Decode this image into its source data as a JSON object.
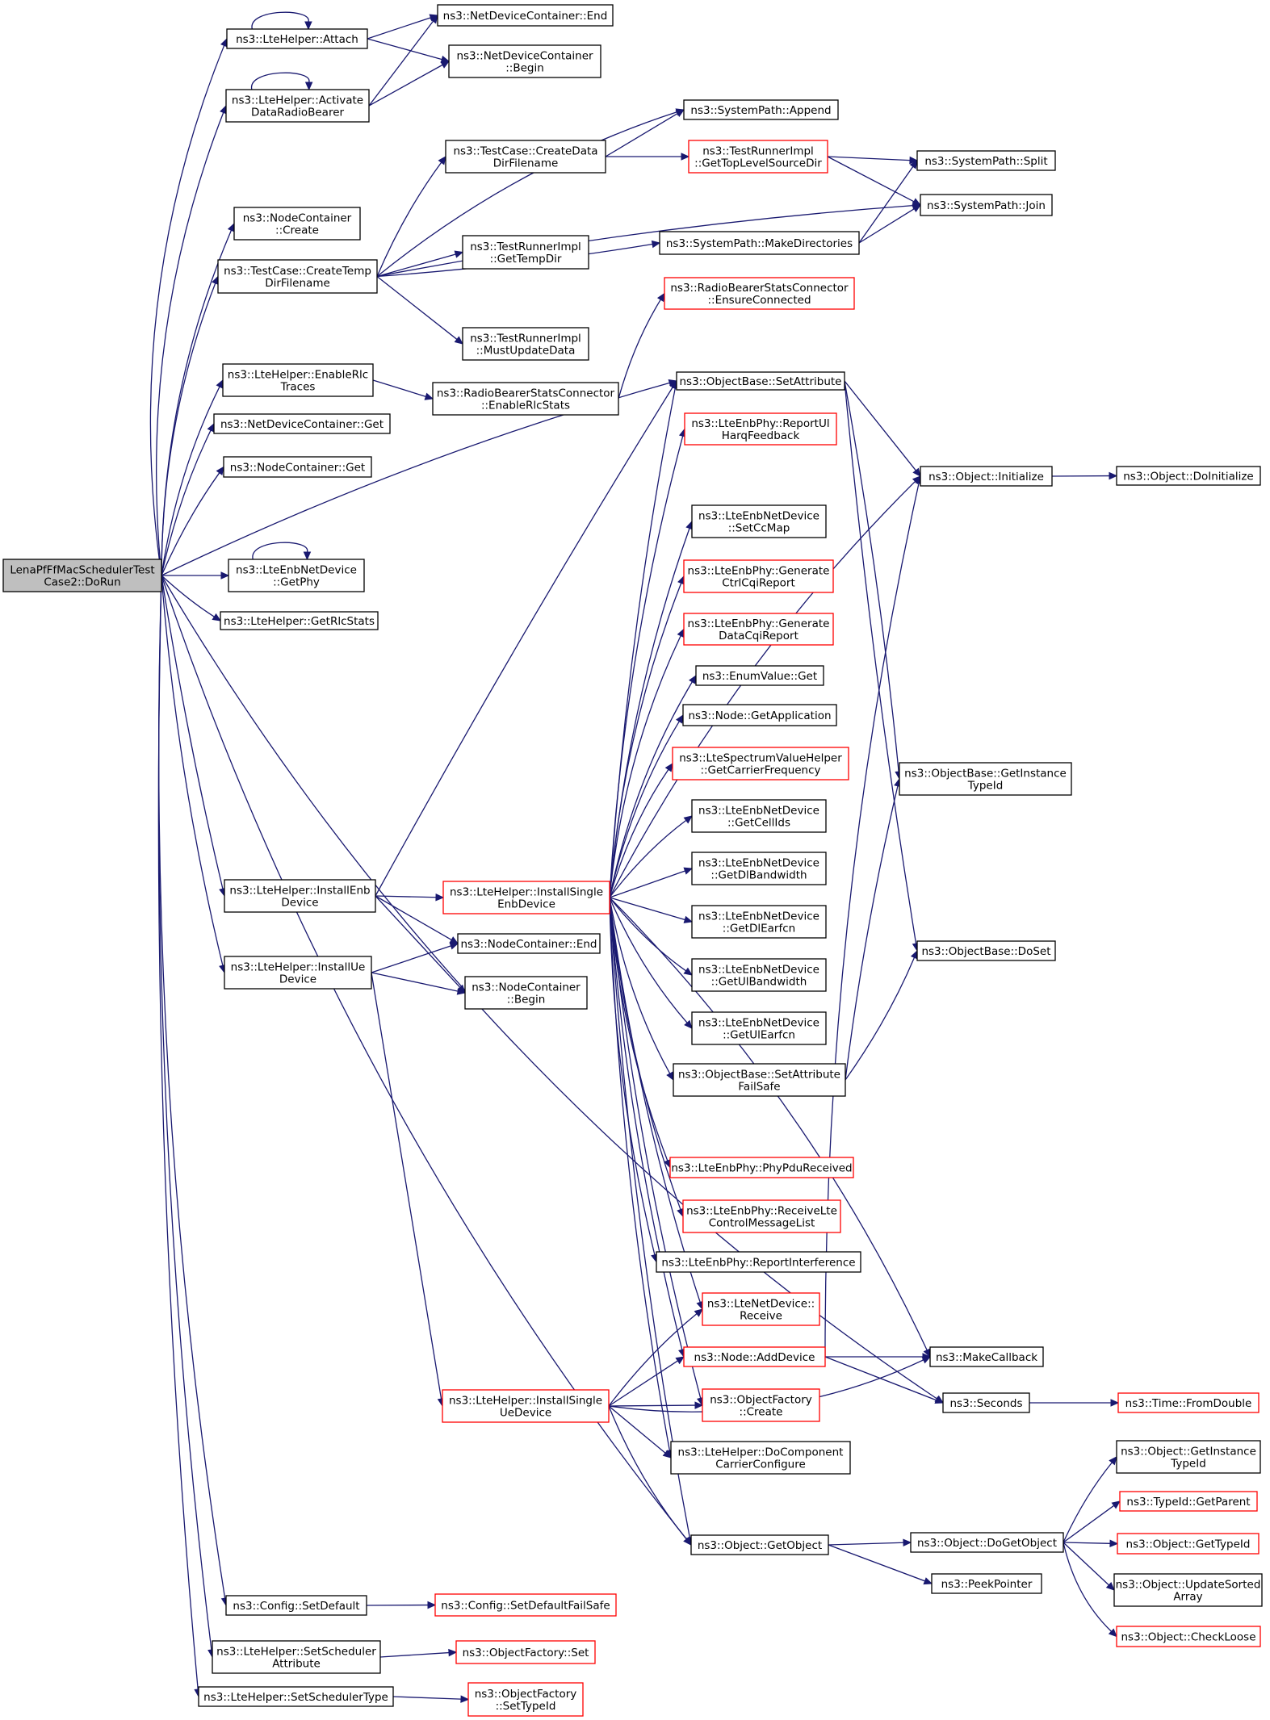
{
  "graph": {
    "nodes": [
      {
        "id": "root",
        "lines": [
          "LenaPfFfMacSchedulerTest",
          "Case2::DoRun"
        ],
        "style": "root"
      },
      {
        "id": "attach",
        "lines": [
          "ns3::LteHelper::Attach"
        ],
        "style": "black"
      },
      {
        "id": "ndc_end",
        "lines": [
          "ns3::NetDeviceContainer::End"
        ],
        "style": "black"
      },
      {
        "id": "ndc_begin",
        "lines": [
          "ns3::NetDeviceContainer",
          "::Begin"
        ],
        "style": "black"
      },
      {
        "id": "activate",
        "lines": [
          "ns3::LteHelper::Activate",
          "DataRadioBearer"
        ],
        "style": "black"
      },
      {
        "id": "sp_append",
        "lines": [
          "ns3::SystemPath::Append"
        ],
        "style": "black"
      },
      {
        "id": "tc_createdata",
        "lines": [
          "ns3::TestCase::CreateData",
          "DirFilename"
        ],
        "style": "black"
      },
      {
        "id": "tri_toplevel",
        "lines": [
          "ns3::TestRunnerImpl",
          "::GetTopLevelSourceDir"
        ],
        "style": "red"
      },
      {
        "id": "sp_split",
        "lines": [
          "ns3::SystemPath::Split"
        ],
        "style": "black"
      },
      {
        "id": "sp_join",
        "lines": [
          "ns3::SystemPath::Join"
        ],
        "style": "black"
      },
      {
        "id": "nc_create",
        "lines": [
          "ns3::NodeContainer",
          "::Create"
        ],
        "style": "black"
      },
      {
        "id": "tc_createtemp",
        "lines": [
          "ns3::TestCase::CreateTemp",
          "DirFilename"
        ],
        "style": "black"
      },
      {
        "id": "tri_tempdir",
        "lines": [
          "ns3::TestRunnerImpl",
          "::GetTempDir"
        ],
        "style": "black"
      },
      {
        "id": "sp_makedirs",
        "lines": [
          "ns3::SystemPath::MakeDirectories"
        ],
        "style": "black"
      },
      {
        "id": "rbsc_ensure",
        "lines": [
          "ns3::RadioBearerStatsConnector",
          "::EnsureConnected"
        ],
        "style": "red"
      },
      {
        "id": "tri_mustupdate",
        "lines": [
          "ns3::TestRunnerImpl",
          "::MustUpdateData"
        ],
        "style": "black"
      },
      {
        "id": "enablerlc",
        "lines": [
          "ns3::LteHelper::EnableRlc",
          "Traces"
        ],
        "style": "black"
      },
      {
        "id": "rbsc_enable",
        "lines": [
          "ns3::RadioBearerStatsConnector",
          "::EnableRlcStats"
        ],
        "style": "black"
      },
      {
        "id": "ob_setattr",
        "lines": [
          "ns3::ObjectBase::SetAttribute"
        ],
        "style": "black"
      },
      {
        "id": "ndc_get",
        "lines": [
          "ns3::NetDeviceContainer::Get"
        ],
        "style": "black"
      },
      {
        "id": "phy_reportul",
        "lines": [
          "ns3::LteEnbPhy::ReportUl",
          "HarqFeedback"
        ],
        "style": "red"
      },
      {
        "id": "nc_get",
        "lines": [
          "ns3::NodeContainer::Get"
        ],
        "style": "black"
      },
      {
        "id": "obj_init",
        "lines": [
          "ns3::Object::Initialize"
        ],
        "style": "black"
      },
      {
        "id": "obj_doinit",
        "lines": [
          "ns3::Object::DoInitialize"
        ],
        "style": "black"
      },
      {
        "id": "end_setccmap",
        "lines": [
          "ns3::LteEnbNetDevice",
          "::SetCcMap"
        ],
        "style": "black"
      },
      {
        "id": "end_getphy",
        "lines": [
          "ns3::LteEnbNetDevice",
          "::GetPhy"
        ],
        "style": "black"
      },
      {
        "id": "phy_genctrl",
        "lines": [
          "ns3::LteEnbPhy::Generate",
          "CtrlCqiReport"
        ],
        "style": "red"
      },
      {
        "id": "getrlcstats",
        "lines": [
          "ns3::LteHelper::GetRlcStats"
        ],
        "style": "black"
      },
      {
        "id": "phy_gendata",
        "lines": [
          "ns3::LteEnbPhy::Generate",
          "DataCqiReport"
        ],
        "style": "red"
      },
      {
        "id": "enum_get",
        "lines": [
          "ns3::EnumValue::Get"
        ],
        "style": "black"
      },
      {
        "id": "node_getapp",
        "lines": [
          "ns3::Node::GetApplication"
        ],
        "style": "black"
      },
      {
        "id": "svh_carrier",
        "lines": [
          "ns3::LteSpectrumValueHelper",
          "::GetCarrierFrequency"
        ],
        "style": "red"
      },
      {
        "id": "ob_getinst",
        "lines": [
          "ns3::ObjectBase::GetInstance",
          "TypeId"
        ],
        "style": "black"
      },
      {
        "id": "end_cellids",
        "lines": [
          "ns3::LteEnbNetDevice",
          "::GetCellIds"
        ],
        "style": "black"
      },
      {
        "id": "end_dlbw",
        "lines": [
          "ns3::LteEnbNetDevice",
          "::GetDlBandwidth"
        ],
        "style": "black"
      },
      {
        "id": "installenb",
        "lines": [
          "ns3::LteHelper::InstallEnb",
          "Device"
        ],
        "style": "black"
      },
      {
        "id": "installsingleenb",
        "lines": [
          "ns3::LteHelper::InstallSingle",
          "EnbDevice"
        ],
        "style": "red"
      },
      {
        "id": "end_dlearfcn",
        "lines": [
          "ns3::LteEnbNetDevice",
          "::GetDlEarfcn"
        ],
        "style": "black"
      },
      {
        "id": "nc_end",
        "lines": [
          "ns3::NodeContainer::End"
        ],
        "style": "black"
      },
      {
        "id": "ob_doset",
        "lines": [
          "ns3::ObjectBase::DoSet"
        ],
        "style": "black"
      },
      {
        "id": "installue",
        "lines": [
          "ns3::LteHelper::InstallUe",
          "Device"
        ],
        "style": "black"
      },
      {
        "id": "end_ulbw",
        "lines": [
          "ns3::LteEnbNetDevice",
          "::GetUlBandwidth"
        ],
        "style": "black"
      },
      {
        "id": "nc_begin",
        "lines": [
          "ns3::NodeContainer",
          "::Begin"
        ],
        "style": "black"
      },
      {
        "id": "end_ulearfcn",
        "lines": [
          "ns3::LteEnbNetDevice",
          "::GetUlEarfcn"
        ],
        "style": "black"
      },
      {
        "id": "ob_setattrfs",
        "lines": [
          "ns3::ObjectBase::SetAttribute",
          "FailSafe"
        ],
        "style": "black"
      },
      {
        "id": "phy_pdurecv",
        "lines": [
          "ns3::LteEnbPhy::PhyPduReceived"
        ],
        "style": "red"
      },
      {
        "id": "phy_recvctrl",
        "lines": [
          "ns3::LteEnbPhy::ReceiveLte",
          "ControlMessageList"
        ],
        "style": "red"
      },
      {
        "id": "phy_reportint",
        "lines": [
          "ns3::LteEnbPhy::ReportInterference"
        ],
        "style": "black"
      },
      {
        "id": "nd_receive",
        "lines": [
          "ns3::LteNetDevice::",
          "Receive"
        ],
        "style": "red"
      },
      {
        "id": "node_adddev",
        "lines": [
          "ns3::Node::AddDevice"
        ],
        "style": "red"
      },
      {
        "id": "makecb",
        "lines": [
          "ns3::MakeCallback"
        ],
        "style": "black"
      },
      {
        "id": "installsingleue",
        "lines": [
          "ns3::LteHelper::InstallSingle",
          "UeDevice"
        ],
        "style": "red"
      },
      {
        "id": "of_create",
        "lines": [
          "ns3::ObjectFactory",
          "::Create"
        ],
        "style": "red"
      },
      {
        "id": "seconds",
        "lines": [
          "ns3::Seconds"
        ],
        "style": "black"
      },
      {
        "id": "time_fromdouble",
        "lines": [
          "ns3::Time::FromDouble"
        ],
        "style": "red"
      },
      {
        "id": "docc",
        "lines": [
          "ns3::LteHelper::DoComponent",
          "CarrierConfigure"
        ],
        "style": "black"
      },
      {
        "id": "obj_getinst",
        "lines": [
          "ns3::Object::GetInstance",
          "TypeId"
        ],
        "style": "black"
      },
      {
        "id": "typeid_parent",
        "lines": [
          "ns3::TypeId::GetParent"
        ],
        "style": "red"
      },
      {
        "id": "obj_getobject",
        "lines": [
          "ns3::Object::GetObject"
        ],
        "style": "black"
      },
      {
        "id": "obj_dogetobject",
        "lines": [
          "ns3::Object::DoGetObject"
        ],
        "style": "black"
      },
      {
        "id": "obj_gettypeid",
        "lines": [
          "ns3::Object::GetTypeId"
        ],
        "style": "red"
      },
      {
        "id": "peekpointer",
        "lines": [
          "ns3::PeekPointer"
        ],
        "style": "black"
      },
      {
        "id": "obj_updatesorted",
        "lines": [
          "ns3::Object::UpdateSorted",
          "Array"
        ],
        "style": "black"
      },
      {
        "id": "cfg_setdefault",
        "lines": [
          "ns3::Config::SetDefault"
        ],
        "style": "black"
      },
      {
        "id": "cfg_setdefaultfs",
        "lines": [
          "ns3::Config::SetDefaultFailSafe"
        ],
        "style": "red"
      },
      {
        "id": "obj_checkloose",
        "lines": [
          "ns3::Object::CheckLoose"
        ],
        "style": "red"
      },
      {
        "id": "sched_attr",
        "lines": [
          "ns3::LteHelper::SetScheduler",
          "Attribute"
        ],
        "style": "black"
      },
      {
        "id": "of_set",
        "lines": [
          "ns3::ObjectFactory::Set"
        ],
        "style": "red"
      },
      {
        "id": "sched_type",
        "lines": [
          "ns3::LteHelper::SetSchedulerType"
        ],
        "style": "black"
      },
      {
        "id": "of_settypeid",
        "lines": [
          "ns3::ObjectFactory",
          "::SetTypeId"
        ],
        "style": "red"
      }
    ],
    "colors": {
      "edge": "#191970",
      "red_border": "#ff0000",
      "root_fill": "#bfbfbf",
      "border": "#000000"
    }
  }
}
